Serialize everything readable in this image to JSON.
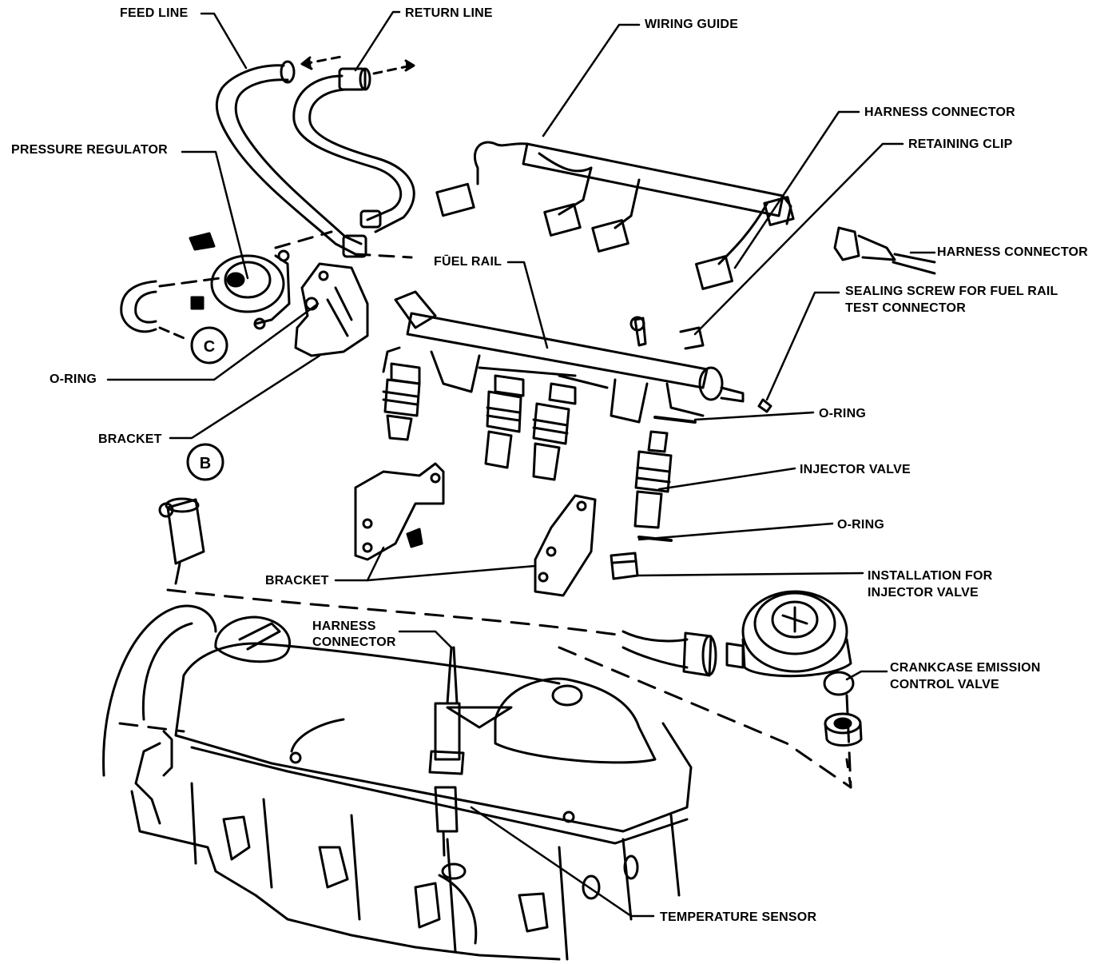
{
  "labels": {
    "feed_line": "FEED LINE",
    "return_line": "RETURN LINE",
    "wiring_guide": "WIRING GUIDE",
    "harness_connector_top": "HARNESS CONNECTOR",
    "retaining_clip": "RETAINING CLIP",
    "pressure_regulator": "PRESSURE REGULATOR",
    "harness_connector_right": "HARNESS CONNECTOR",
    "sealing_screw_line1": "SEALING SCREW FOR FUEL RAIL",
    "sealing_screw_line2": "TEST CONNECTOR",
    "fuel_rail": "FŪEL RAIL",
    "o_ring_left": "O-RING",
    "o_ring_rail": "O-RING",
    "bracket_left": "BRACKET",
    "injector_valve": "INJECTOR VALVE",
    "o_ring_injector": "O-RING",
    "installation_line1": "INSTALLATION FOR",
    "installation_line2": "INJECTOR VALVE",
    "bracket_bottom": "BRACKET",
    "harness_connector_engine_line1": "HARNESS",
    "harness_connector_engine_line2": "CONNECTOR",
    "crankcase_line1": "CRANKCASE EMISSION",
    "crankcase_line2": "CONTROL VALVE",
    "temperature_sensor": "TEMPERATURE SENSOR"
  },
  "callouts": {
    "c": "C",
    "b": "B"
  }
}
